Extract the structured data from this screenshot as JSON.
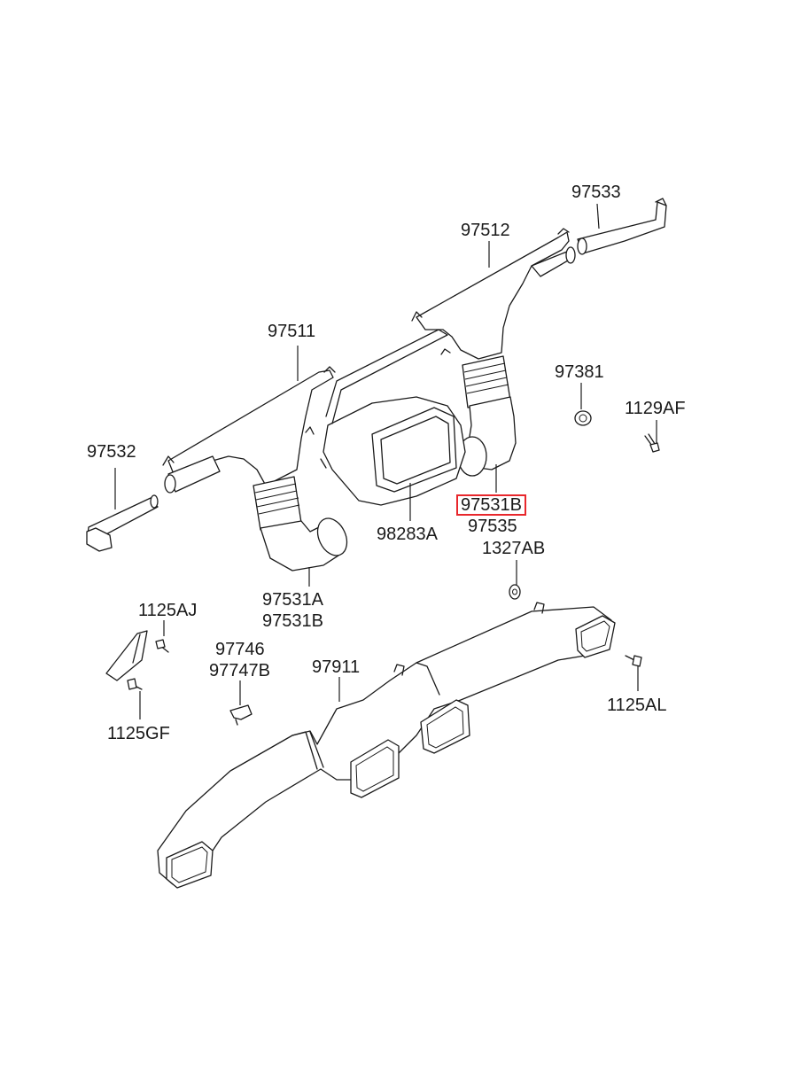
{
  "diagram": {
    "labels": {
      "p97533": "97533",
      "p97512": "97512",
      "p97511": "97511",
      "p97381": "97381",
      "p1129AF": "1129AF",
      "p97532": "97532",
      "p97531B_selected": "97531B",
      "p98283A": "98283A",
      "p97535": "97535",
      "p1327AB": "1327AB",
      "p97531A": "97531A",
      "p97531B": "97531B",
      "p1125AJ": "1125AJ",
      "p97746": "97746",
      "p97747B": "97747B",
      "p97911": "97911",
      "p1125AL": "1125AL",
      "p1125GF": "1125GF"
    },
    "highlight_color": "#e8272c",
    "line_color": "#1a1a1a"
  }
}
